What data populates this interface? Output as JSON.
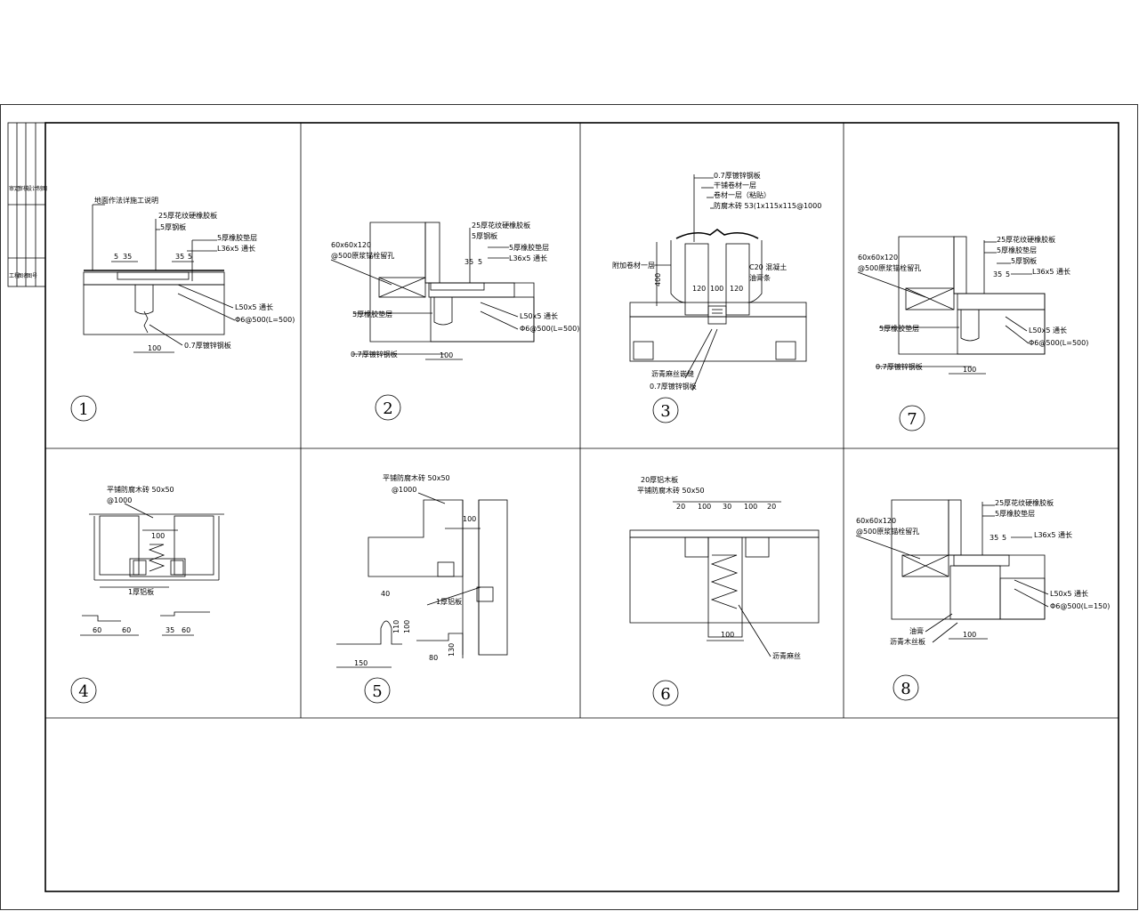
{
  "details": [
    {
      "id": "d1",
      "number": "1",
      "labels": [
        "地面作法详施工说明",
        "25厚花纹硬橡胶板",
        "5厚钢板",
        "5厚橡胶垫层",
        "L36x5 通长",
        "L50x5 通长",
        "Φ6@500(L=500)",
        "0.7厚镀锌钢板"
      ],
      "dims": [
        "5",
        "35",
        "35",
        "5",
        "100"
      ]
    },
    {
      "id": "d2",
      "number": "2",
      "labels": [
        "60x60x120",
        "@500原浆锚栓留孔",
        "25厚花纹硬橡胶板",
        "5厚钢板",
        "5厚橡胶垫层",
        "L36x5 通长",
        "5厚橡胶垫层",
        "L50x5 通长",
        "Φ6@500(L=500)",
        "0.7厚镀锌钢板"
      ],
      "dims": [
        "35",
        "5",
        "100"
      ]
    },
    {
      "id": "d3",
      "number": "3",
      "labels": [
        "0.7厚镀锌钢板",
        "干铺卷材一层",
        "卷材一层（粘贴）",
        "防腐木砖 53(1x115x115@1000",
        "附加卷材一层",
        "C20 混凝土",
        "油膏条",
        "沥青麻丝嵌缝",
        "0.7厚镀锌钢板"
      ],
      "dims": [
        "400",
        "120",
        "100",
        "120"
      ]
    },
    {
      "id": "d7",
      "number": "7",
      "labels": [
        "60x60x120",
        "@500原浆锚栓留孔",
        "25厚花纹硬橡胶板",
        "5厚橡胶垫层",
        "5厚钢板",
        "L36x5 通长",
        "5厚橡胶垫层",
        "L50x5 通长",
        "Φ6@500(L=500)",
        "0.7厚镀锌钢板"
      ],
      "dims": [
        "35",
        "5",
        "100"
      ]
    },
    {
      "id": "d4",
      "number": "4",
      "labels": [
        "平铺防腐木砖 50x50",
        "@1000",
        "1厚铝板"
      ],
      "dims": [
        "100",
        "60",
        "60",
        "35",
        "60"
      ]
    },
    {
      "id": "d5",
      "number": "5",
      "labels": [
        "平铺防腐木砖 50x50",
        "@1000",
        "1厚铝板"
      ],
      "dims": [
        "100",
        "40",
        "110",
        "100",
        "80",
        "150",
        "130"
      ]
    },
    {
      "id": "d6",
      "number": "6",
      "labels": [
        "20厚铝木板",
        "平铺防腐木砖 50x50",
        "沥青麻丝"
      ],
      "dims": [
        "20",
        "100",
        "30",
        "100",
        "20",
        "100"
      ]
    },
    {
      "id": "d8",
      "number": "8",
      "labels": [
        "60x60x120",
        "@500原浆锚栓留孔",
        "25厚花纹硬橡胶板",
        "5厚橡胶垫层",
        "L36x5 通长",
        "L50x5 通长",
        "Φ6@500(L=150)",
        "油膏",
        "沥青木丝板"
      ],
      "dims": [
        "35",
        "5",
        "100"
      ]
    }
  ],
  "titleblock": {
    "top": [
      "审定",
      "审核",
      "设计",
      "制图"
    ],
    "bottom": [
      "工程",
      "图名",
      "图号"
    ]
  }
}
